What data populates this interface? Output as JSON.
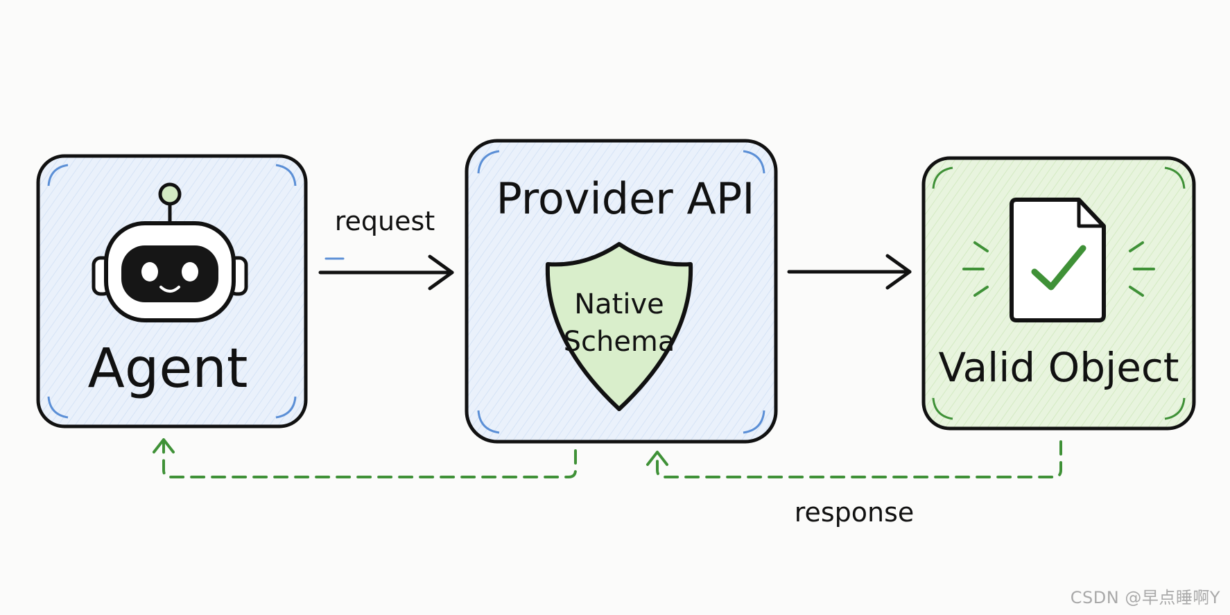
{
  "nodes": {
    "agent": {
      "label": "Agent"
    },
    "provider": {
      "label": "Provider API",
      "shield_line1": "Native",
      "shield_line2": "Schema"
    },
    "valid": {
      "label": "Valid Object"
    }
  },
  "edges": {
    "request_label": "request",
    "response_label": "response"
  },
  "colors": {
    "blue_fill": "#eaf1fb",
    "green_fill": "#e8f4de",
    "green_accent": "#3f9137",
    "blue_accent": "#5b8fd6",
    "outline": "#111111"
  },
  "watermark": "CSDN @早点睡啊Y"
}
